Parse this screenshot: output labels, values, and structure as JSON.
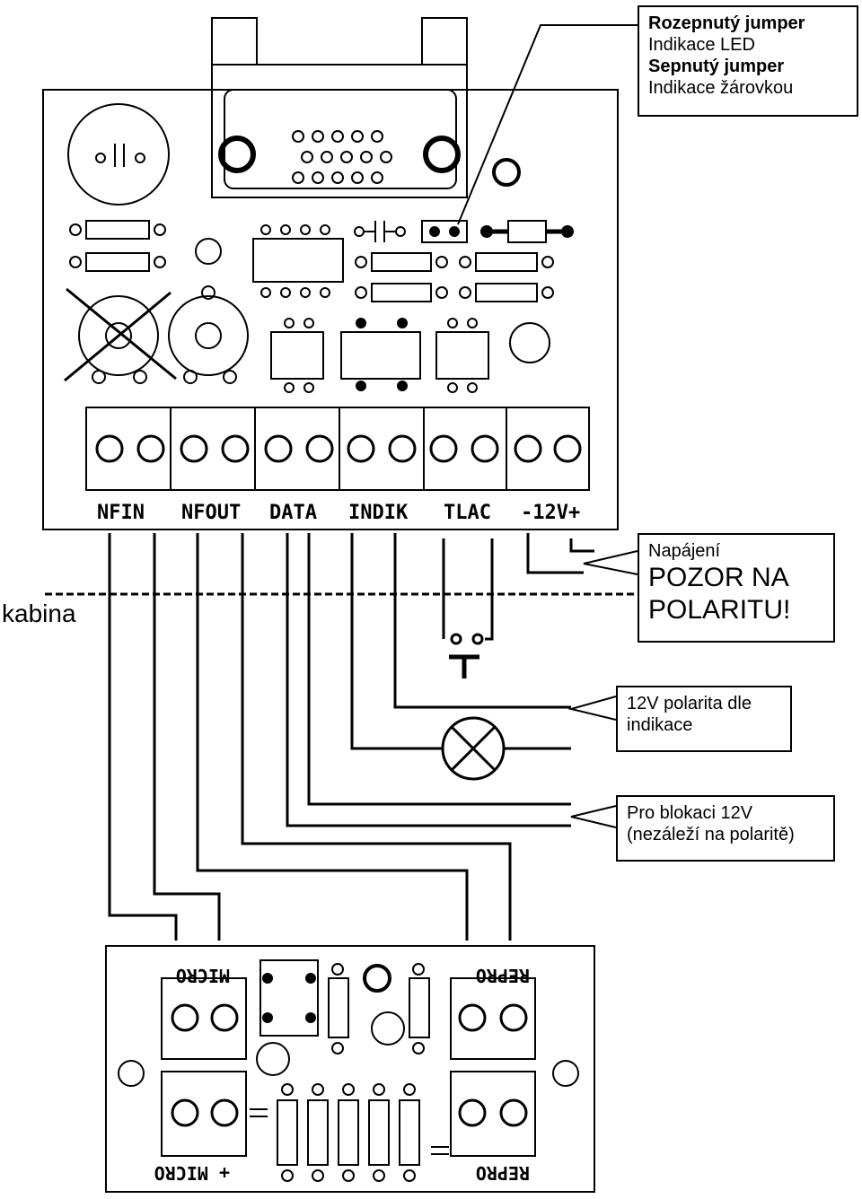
{
  "callouts": {
    "jumper": {
      "line1": "Rozepnutý  jumper",
      "line2": "Indikace LED",
      "line3": "Sepnutý jumper",
      "line4": "Indikace žárovkou"
    },
    "power": {
      "line1": "Napájení",
      "line2": "POZOR NA",
      "line3": "POLARITU!"
    },
    "indik": {
      "line1": "12V polarita dle",
      "line2": "indikace"
    },
    "block": {
      "line1": "Pro blokaci 12V",
      "line2": "(nezáleží na polaritě)"
    }
  },
  "cabin_label": "kabina",
  "top_board": {
    "terminals": [
      "NFIN",
      "NFOUT",
      "DATA",
      "INDIK",
      "TLAC",
      "-12V+"
    ]
  },
  "bottom_board": {
    "labels": {
      "micro_top": "MICRO",
      "repro_top": "REPRO",
      "micro_bottom": "+ MICRO",
      "repro_bottom": "REPRO"
    }
  }
}
